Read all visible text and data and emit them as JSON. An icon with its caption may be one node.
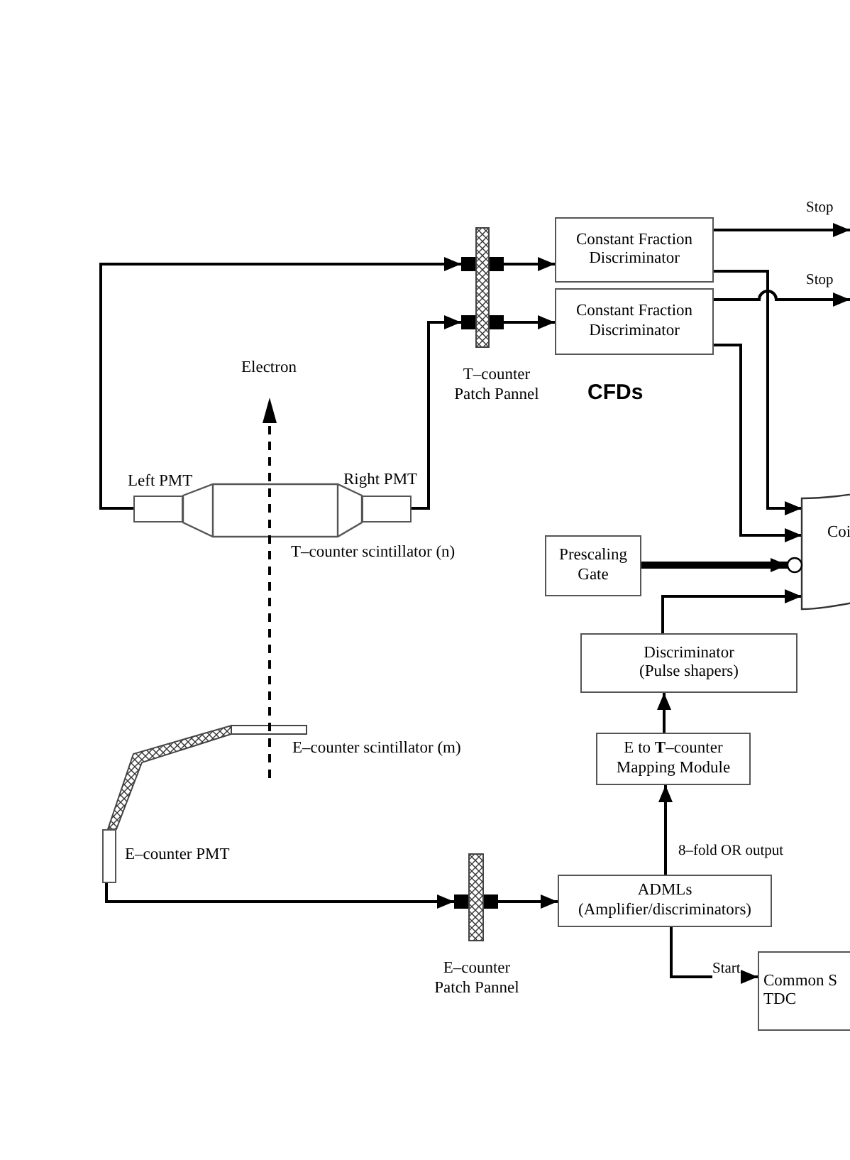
{
  "diagram": {
    "nodes": [
      {
        "text": [
          "Left PMT"
        ]
      },
      {
        "text": [
          "Right PMT"
        ]
      },
      {
        "text": [
          "T–counter Patch Pannel"
        ]
      },
      {
        "text": [
          "Constant Fraction Discriminator"
        ]
      },
      {
        "text": [
          "Constant Fraction Discriminator"
        ]
      },
      {
        "text": [
          "Coi"
        ]
      },
      {
        "text": [
          "Prescaling Gate"
        ]
      },
      {
        "text": [
          "Discriminator",
          "(Pulse shapers)"
        ]
      },
      {
        "text": [
          "E to **T**–counter Mapping Module"
        ]
      },
      {
        "text": [
          "ADMLs",
          "(Amplifier/discriminators)"
        ]
      },
      {
        "text": [
          "Common S",
          "TDC"
        ]
      },
      {
        "text": [
          "E–counter PMT"
        ]
      },
      {
        "text": [
          "E–counter Patch Pannel"
        ]
      }
    ],
    "edges": [
      {
        "from": 0,
        "to": 2,
        "arrow": "to"
      },
      {
        "from": 1,
        "to": 2,
        "arrow": "to"
      },
      {
        "from": 2,
        "to": 3,
        "arrow": "to"
      },
      {
        "from": 2,
        "to": 4,
        "arrow": "to"
      },
      {
        "from": 3,
        "to": null,
        "arrow": "to",
        "label": "Stop"
      },
      {
        "from": 4,
        "to": null,
        "arrow": "to",
        "label": "Stop"
      },
      {
        "from": 3,
        "to": 5,
        "arrow": "to"
      },
      {
        "from": 4,
        "to": 5,
        "arrow": "to"
      },
      {
        "from": 6,
        "to": 5,
        "arrow": "to",
        "style": "thick"
      },
      {
        "from": 7,
        "to": 5,
        "arrow": "to"
      },
      {
        "from": 8,
        "to": 7,
        "arrow": "to"
      },
      {
        "from": 9,
        "to": 8,
        "arrow": "to",
        "label": "8–fold OR output"
      },
      {
        "from": 9,
        "to": 10,
        "arrow": "to",
        "label": "Start"
      },
      {
        "from": 12,
        "to": 9,
        "arrow": "to"
      },
      {
        "from": 11,
        "to": 12,
        "arrow": "to"
      }
    ],
    "labels": [
      "Electron",
      "T–counter scintillator (n)",
      "CFDs",
      "E–counter scintillator (m)"
    ]
  }
}
